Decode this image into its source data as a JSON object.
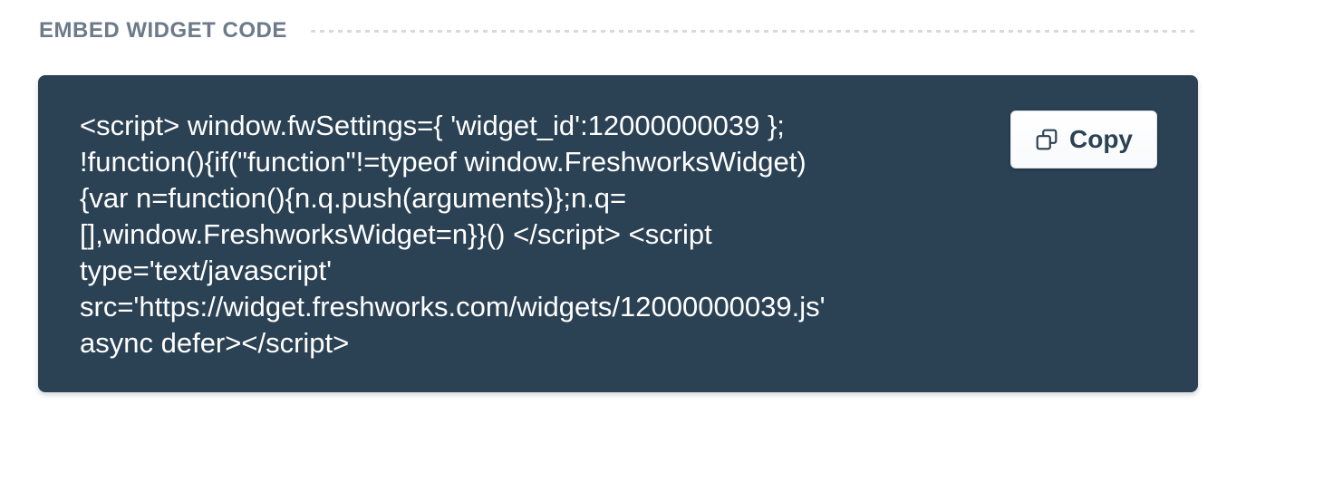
{
  "section": {
    "title": "EMBED WIDGET CODE"
  },
  "embed_code": {
    "lines": [
      "<script> window.fwSettings={ 'widget_id':12000000039 };",
      "!function(){if(\"function\"!=typeof window.FreshworksWidget)",
      "{var n=function(){n.q.push(arguments)};n.q=",
      "[],window.FreshworksWidget=n}}() </script> <script",
      "type='text/javascript'",
      "src='https://widget.freshworks.com/widgets/12000000039.js'",
      "async defer></script>"
    ]
  },
  "copy_button": {
    "label": "Copy",
    "icon": "copy-icon"
  },
  "colors": {
    "panel_background": "#2b4154",
    "code_text": "#ffffff",
    "section_title": "#6c7a89",
    "button_text": "#2b4154",
    "divider": "#d4dae0"
  }
}
